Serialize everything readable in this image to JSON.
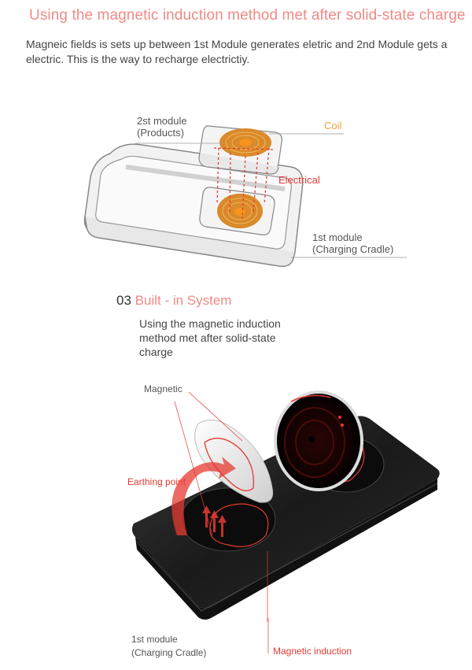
{
  "header": {
    "title": "Using the magnetic induction method met after solid-state charge",
    "description": "Magneic fields is sets up between 1st Module generates eletric and 2nd Module gets a electric. This is the way to recharge electrictiy."
  },
  "diagram1": {
    "label_2nd_module_line1": "2st module",
    "label_2nd_module_line2": "(Products)",
    "label_coil": "Coil",
    "label_electrical": "Electrical",
    "label_1st_module_line1": "1st module",
    "label_1st_module_line2": "(Charging Cradle)",
    "colors": {
      "coil": "#d98a2b",
      "coil_center": "#f7941d",
      "field_lines": "#e53a32",
      "coil_label": "#f2a23a"
    }
  },
  "section": {
    "number": "03",
    "title": "Built - in System",
    "body": "Using the magnetic induction method  met after solid-state charge"
  },
  "diagram2": {
    "label_magnetic": "Magnetic",
    "label_earthing_point": "Earthing point",
    "label_1st_module_line1": "1st module",
    "label_1st_module_line2": "(Charging Cradle)",
    "label_magnetic_induction": "Magnetic induction",
    "colors": {
      "accent": "#e53a32",
      "cradle": "#1c1c1c"
    }
  }
}
